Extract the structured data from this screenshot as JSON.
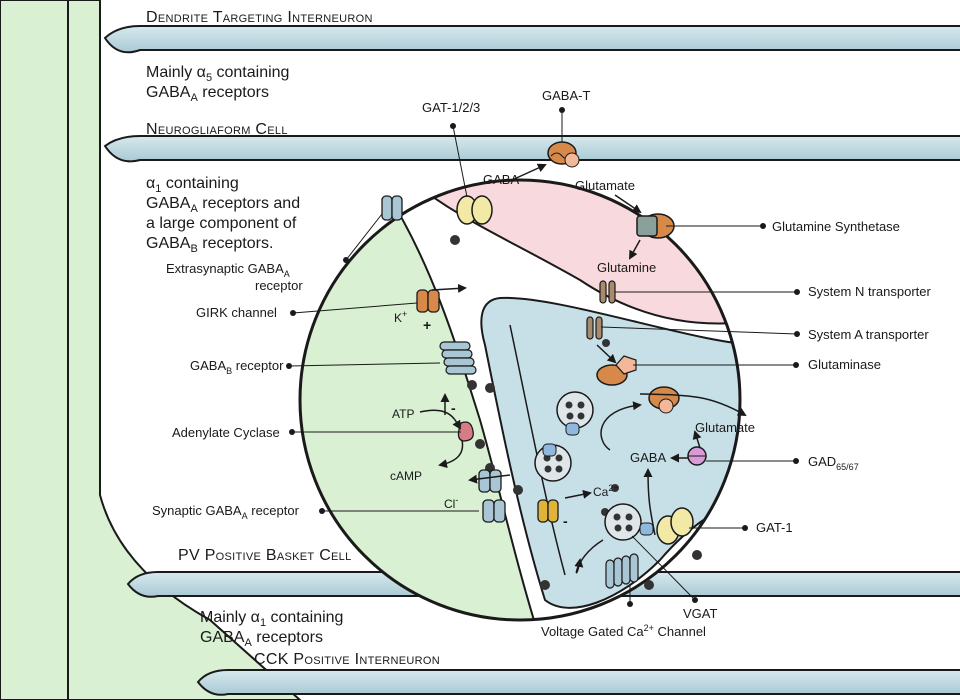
{
  "cells": {
    "dendrite": "Dendrite Targeting Interneuron",
    "neurogliaform": "Neurogliaform Cell",
    "pv": "PV Positive Basket Cell",
    "cck": "CCK Positive Interneuron"
  },
  "notes": {
    "dendrite": [
      "Mainly α",
      "5",
      " containing",
      "GABA",
      "A",
      " receptors"
    ],
    "neurogliaform": [
      "α",
      "1",
      " containing",
      "GABA",
      "A",
      " receptors and",
      "a large component of",
      "GABA",
      "B",
      " receptors."
    ],
    "cck": [
      "Mainly α",
      "1",
      " containing",
      "GABA",
      "A",
      " receptors"
    ]
  },
  "labels": {
    "extrasynaptic": [
      "Extrasynaptic GABA",
      "A",
      "receptor"
    ],
    "girk": "GIRK channel",
    "gabab": [
      "GABA",
      "B",
      " receptor"
    ],
    "adenylate": "Adenylate Cyclase",
    "synaptic": [
      "Synaptic GABA",
      "A",
      " receptor"
    ],
    "gat123": "GAT-1/2/3",
    "gabat": "GABA-T",
    "gln_synthetase": "Glutamine Synthetase",
    "sysN": "System N transporter",
    "sysA": "System A transporter",
    "glutaminase": "Glutaminase",
    "gad": [
      "GAD",
      "65/67"
    ],
    "gat1": "GAT-1",
    "vgat": "VGAT",
    "vgcc": [
      "Voltage Gated Ca",
      "2+",
      " Channel"
    ]
  },
  "inner": {
    "gaba_glia": "GABA",
    "glutamate_glia": "Glutamate",
    "glutamine_glia": "Glutamine",
    "glutamate_neuron": "Glutamate",
    "gaba_neuron": "GABA",
    "k": [
      "K",
      "+"
    ],
    "plus": "+",
    "minus1": "-",
    "minus2": "-",
    "atp": "ATP",
    "camp": "cAMP",
    "cl": [
      "Cl",
      "-"
    ],
    "ca": [
      "Ca",
      "2+"
    ]
  },
  "colors": {
    "green": "#d9f0d3",
    "blue": "#c7e0e7",
    "pink": "#f8d9dd",
    "outline": "#1a1a1a"
  }
}
